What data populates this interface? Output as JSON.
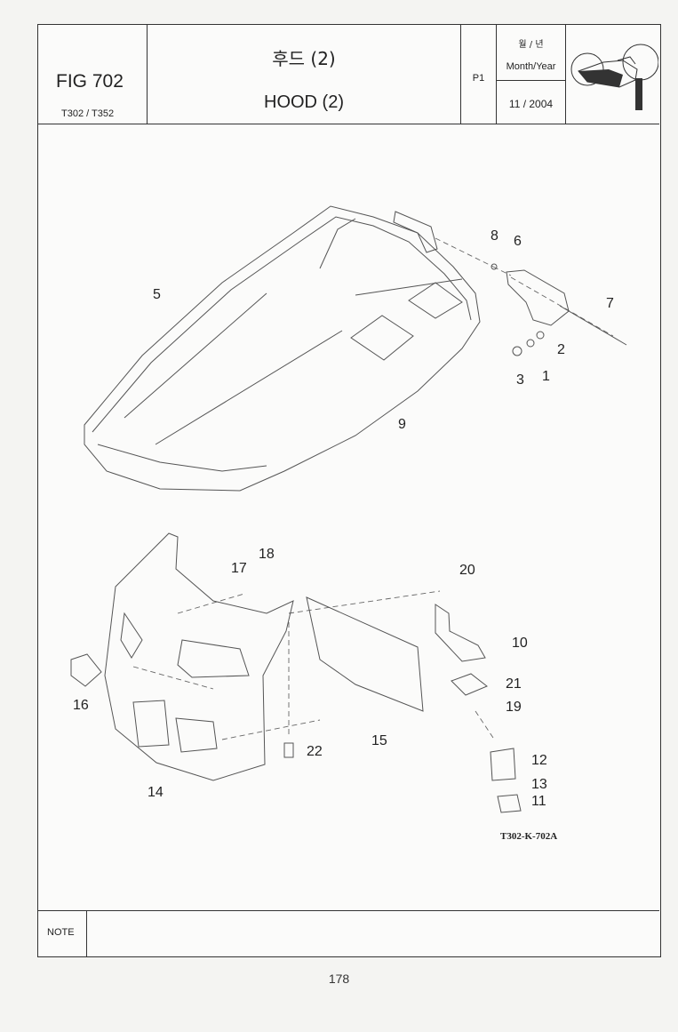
{
  "header": {
    "fig": "FIG 702",
    "model": "T302 / T352",
    "title_kr": "후드 (2)",
    "title_en": "HOOD (2)",
    "page": "P1",
    "date_label_kr": "월 / 년",
    "date_label_en": "Month/Year",
    "date_value": "11 / 2004"
  },
  "drawing": {
    "code": "T302-K-702A",
    "callouts": [
      "5",
      "8",
      "6",
      "7",
      "2",
      "1",
      "3",
      "9",
      "17",
      "18",
      "20",
      "10",
      "21",
      "19",
      "16",
      "22",
      "15",
      "12",
      "13",
      "11",
      "14"
    ]
  },
  "footer": {
    "note_label": "NOTE",
    "page_number": "178"
  }
}
